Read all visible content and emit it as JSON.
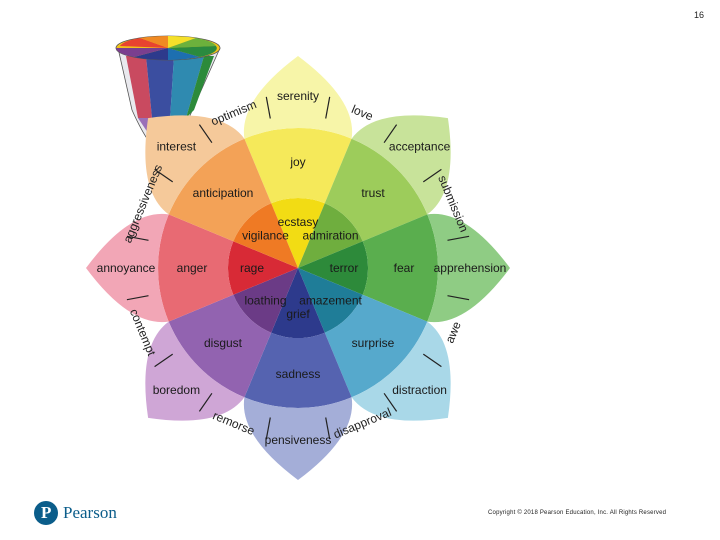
{
  "page_number": "16",
  "copyright": "Copyright © 2018 Pearson Education, Inc. All Rights Reserved",
  "brand": {
    "name": "Pearson",
    "logo_letter": "P"
  },
  "wheel": {
    "petals": [
      {
        "outer": "serenity",
        "middle": "joy",
        "inner": "ecstasy",
        "colors": [
          "#f7f5a8",
          "#f5e95a",
          "#f2dc14"
        ]
      },
      {
        "outer": "acceptance",
        "middle": "trust",
        "inner": "admiration",
        "colors": [
          "#c8e39a",
          "#9dcc5b",
          "#6fae3e"
        ]
      },
      {
        "outer": "apprehension",
        "middle": "fear",
        "inner": "terror",
        "colors": [
          "#8fcc84",
          "#5aae4e",
          "#2d8a3a"
        ]
      },
      {
        "outer": "distraction",
        "middle": "surprise",
        "inner": "amazement",
        "colors": [
          "#a9d8e8",
          "#56a9cc",
          "#1f7d98"
        ]
      },
      {
        "outer": "pensiveness",
        "middle": "sadness",
        "inner": "grief",
        "colors": [
          "#a4aed8",
          "#5563b0",
          "#2d3a8c"
        ]
      },
      {
        "outer": "boredom",
        "middle": "disgust",
        "inner": "loathing",
        "colors": [
          "#cfa6d6",
          "#9263b0",
          "#6b3b86"
        ]
      },
      {
        "outer": "annoyance",
        "middle": "anger",
        "inner": "rage",
        "colors": [
          "#f2a6b6",
          "#e86a73",
          "#d82a36"
        ]
      },
      {
        "outer": "interest",
        "middle": "anticipation",
        "inner": "vigilance",
        "colors": [
          "#f5c99a",
          "#f3a257",
          "#ef7a24"
        ]
      }
    ],
    "dyads": [
      "love",
      "submission",
      "awe",
      "disapproval",
      "remorse",
      "contempt",
      "aggressiveness",
      "optimism"
    ]
  }
}
